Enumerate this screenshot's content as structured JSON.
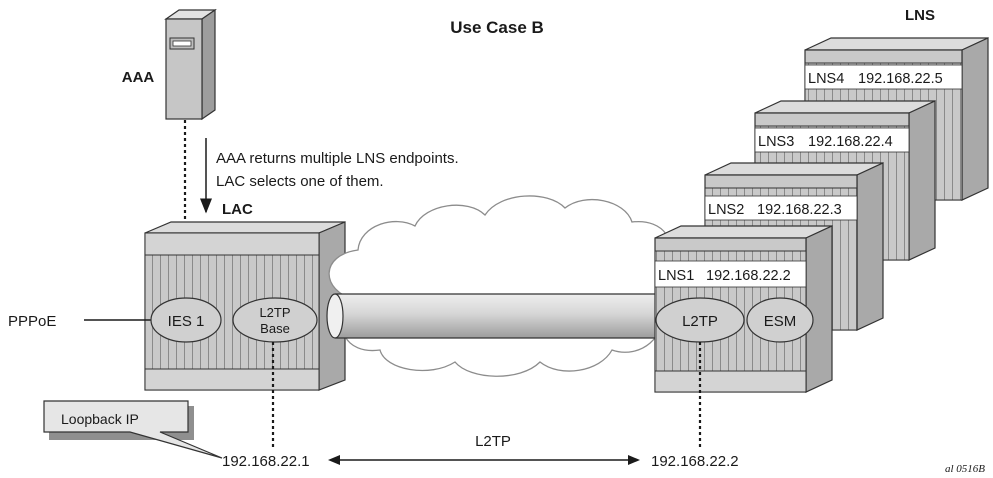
{
  "title": "Use Case B",
  "aaa": {
    "label": "AAA"
  },
  "note": {
    "line1": "AAA returns multiple LNS endpoints.",
    "line2": "LAC selects one of them."
  },
  "lac": {
    "label": "LAC",
    "services": [
      "IES 1",
      "L2TP",
      "Base"
    ],
    "ip": "192.168.22.1",
    "loopback_callout": "Loopback IP"
  },
  "pppoe": {
    "label": "PPPoE"
  },
  "lns": {
    "group_label": "LNS",
    "nodes": [
      {
        "name": "LNS1",
        "ip": "192.168.22.2"
      },
      {
        "name": "LNS2",
        "ip": "192.168.22.3"
      },
      {
        "name": "LNS3",
        "ip": "192.168.22.4"
      },
      {
        "name": "LNS4",
        "ip": "192.168.22.5"
      }
    ],
    "services": [
      "L2TP",
      "ESM"
    ],
    "endpoint_ip": "192.168.22.2"
  },
  "tunnel": {
    "label": "L2TP"
  },
  "figure_id": "al_0516B",
  "colors": {
    "chassis_front": "#c9c9c9",
    "chassis_top": "#dcdcdc",
    "chassis_side": "#a9a9a9",
    "oval": "#d0d0d0",
    "cloud": "#ffffff",
    "cloud_stroke": "#8c8c8c",
    "pipe": "#cfcfcf",
    "line": "#1a1a1a"
  }
}
